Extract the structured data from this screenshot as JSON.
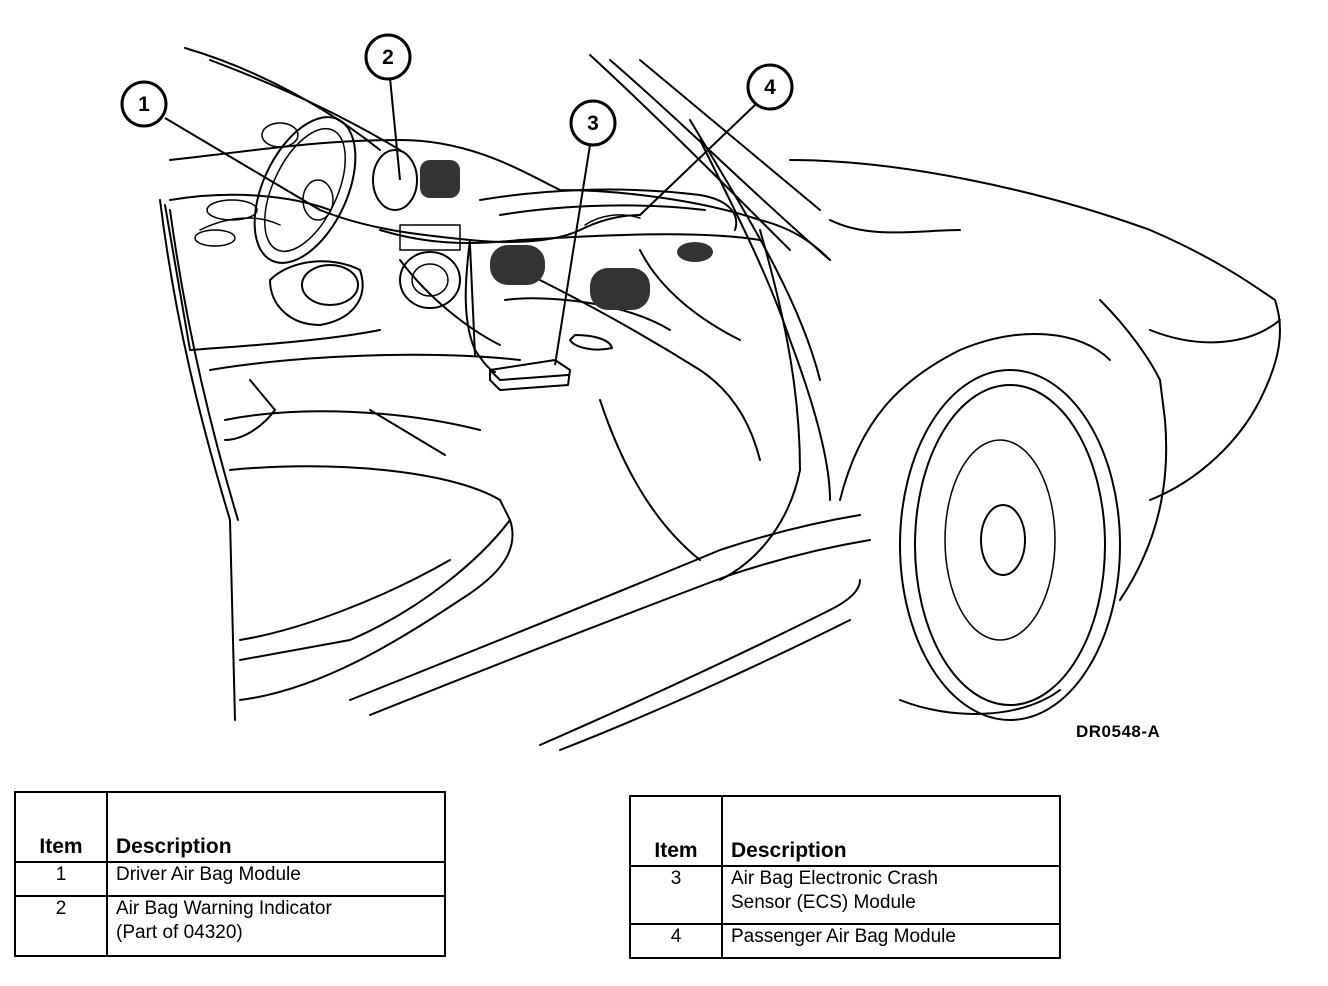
{
  "figure_code": "DR0548-A",
  "callouts": [
    {
      "number": "1"
    },
    {
      "number": "2"
    },
    {
      "number": "3"
    },
    {
      "number": "4"
    }
  ],
  "legend_left": {
    "header_item": "Item",
    "header_description": "Description",
    "rows": [
      {
        "item": "1",
        "description": "Driver Air Bag Module"
      },
      {
        "item": "2",
        "description": "Air Bag Warning Indicator\n(Part of 04320)"
      }
    ]
  },
  "legend_right": {
    "header_item": "Item",
    "header_description": "Description",
    "rows": [
      {
        "item": "3",
        "description": "Air Bag Electronic Crash\nSensor (ECS) Module"
      },
      {
        "item": "4",
        "description": "Passenger Air Bag Module"
      }
    ]
  }
}
